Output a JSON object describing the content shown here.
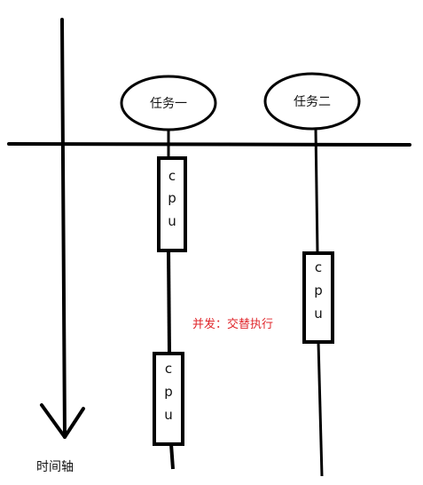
{
  "diagram": {
    "time_axis_label": "时间轴",
    "tasks": [
      {
        "name": "任务一"
      },
      {
        "name": "任务二"
      }
    ],
    "cpu_blocks": [
      {
        "task": "任务一",
        "chars": [
          "c",
          "p",
          "u"
        ]
      },
      {
        "task": "任务一",
        "chars": [
          "c",
          "p",
          "u"
        ]
      },
      {
        "task": "任务二",
        "chars": [
          "c",
          "p",
          "u"
        ]
      }
    ],
    "annotation": {
      "text": "并发：交替执行",
      "color": "#e0262b"
    },
    "stroke_color": "#000000"
  }
}
